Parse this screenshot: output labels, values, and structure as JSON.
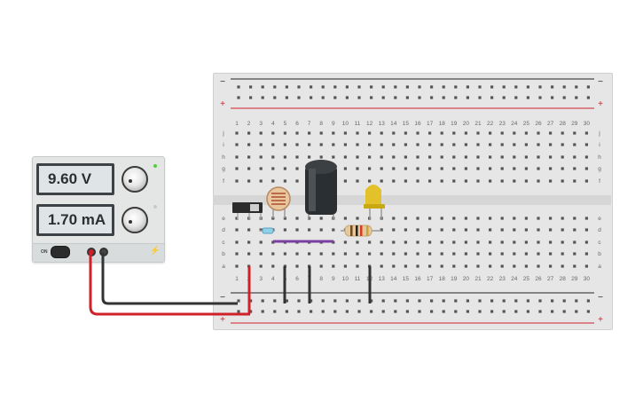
{
  "power_supply": {
    "voltage_display": "9.60 V",
    "current_display": "1.70 mA",
    "power_label": "ON"
  },
  "breadboard": {
    "row_letters_top": [
      "j",
      "i",
      "h",
      "g",
      "f"
    ],
    "row_letters_bottom": [
      "e",
      "d",
      "c",
      "b",
      "a"
    ],
    "rail_minus": "−",
    "rail_plus": "+"
  },
  "colors": {
    "wire_red": "#d0202a",
    "wire_black": "#333333",
    "wire_purple": "#7a3fa0",
    "rail_red": "#d0202a",
    "rail_black": "#222222"
  },
  "components": [
    {
      "name": "slide-switch-icon"
    },
    {
      "name": "photoresistor-icon"
    },
    {
      "name": "electrolytic-capacitor-icon"
    },
    {
      "name": "yellow-led-icon"
    },
    {
      "name": "resistor-icon"
    },
    {
      "name": "diode-icon"
    }
  ]
}
